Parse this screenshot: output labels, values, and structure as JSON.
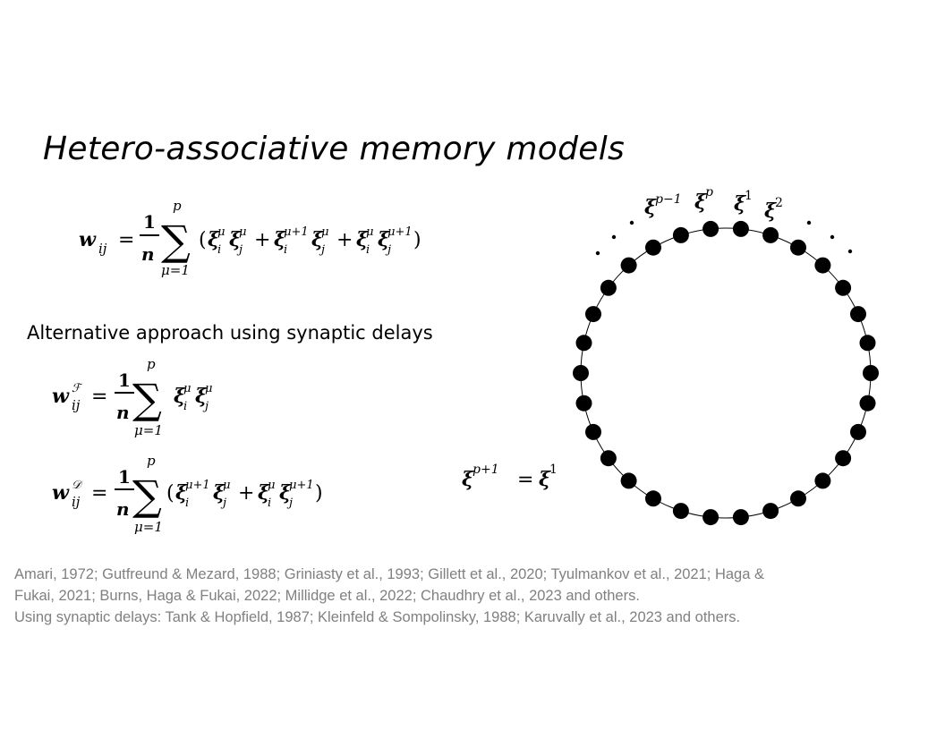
{
  "slide": {
    "title": "Hetero-associative memory models",
    "subheading": "Alternative approach using  synaptic delays"
  },
  "equations": {
    "w_ij": {
      "lhs": "w",
      "lhs_sub": "ij",
      "frac_num": "1",
      "frac_den": "n",
      "sum_upper": "p",
      "sum_lower": "μ=1",
      "body_tex": "(ξ_i^μ ξ_j^μ + ξ_i^{μ+1} ξ_j^μ + ξ_i^μ ξ_j^{μ+1})"
    },
    "w_ij_F": {
      "lhs": "w",
      "lhs_sup": "ℱ",
      "lhs_sub": "ij",
      "frac_num": "1",
      "frac_den": "n",
      "sum_upper": "p",
      "sum_lower": "μ=1",
      "body_tex": "ξ_i^μ ξ_j^μ"
    },
    "w_ij_D": {
      "lhs": "w",
      "lhs_sup": "𝒟",
      "lhs_sub": "ij",
      "frac_num": "1",
      "frac_den": "n",
      "sum_upper": "p",
      "sum_lower": "μ=1",
      "body_tex": "(ξ_i^{μ+1} ξ_j^μ + ξ_i^μ ξ_j^{μ+1})"
    }
  },
  "diagram": {
    "ring_count": 30,
    "labels": [
      "ξ^{p−1}",
      "ξ^p",
      "ξ^1",
      "ξ^2"
    ],
    "relation": "ξ^{p+1} = ξ^1"
  },
  "references": {
    "line1": "Amari, 1972; Gutfreund & Mezard, 1988; Griniasty et al., 1993; Gillett et al., 2020; Tyulmankov et al., 2021; Haga &",
    "line2": "Fukai, 2021; Burns, Haga & Fukai, 2022; Millidge et al., 2022; Chaudhry et al., 2023 and others.",
    "line3": "Using synaptic delays: Tank & Hopfield, 1987; Kleinfeld & Sompolinsky, 1988; Karuvally et al., 2023 and others."
  },
  "colors": {
    "text": "#000000",
    "references": "#808080",
    "background": "#ffffff"
  }
}
